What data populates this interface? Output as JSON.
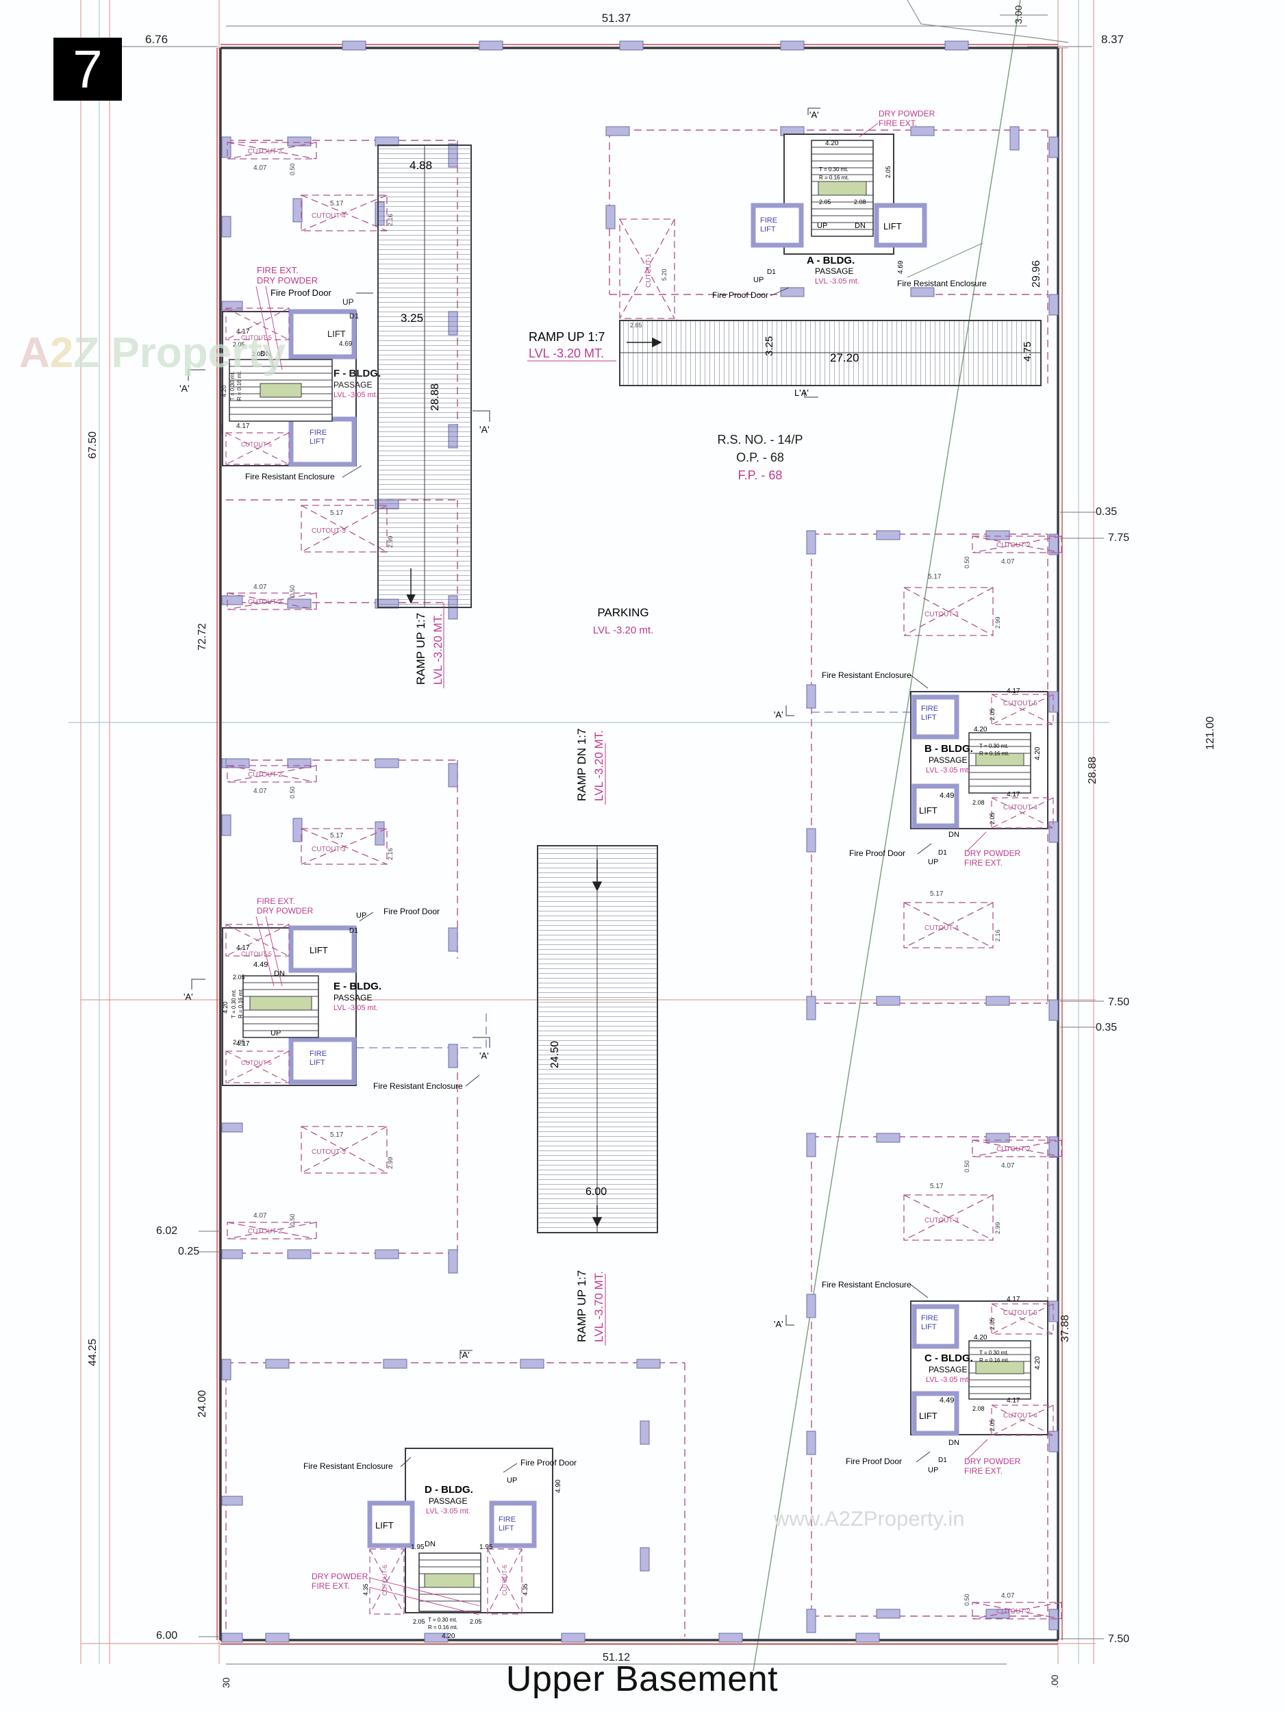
{
  "sheet": {
    "page_number": "7",
    "title": "Upper Basement",
    "watermark_left_a": "A",
    "watermark_left_2": "2",
    "watermark_left_z": "Z",
    "watermark_left_prop": "Property",
    "watermark_right": "www.A2ZProperty.in"
  },
  "plot_info": {
    "rs_no": "R.S. NO. - 14/P",
    "op": "O.P. - 68",
    "fp": "F.P. - 68"
  },
  "parking": {
    "label": "PARKING",
    "level": "LVL -3.20 mt."
  },
  "ramps": [
    {
      "name": "ramp-up-left",
      "label": "RAMP UP 1:7",
      "level": "LVL -3.20 MT."
    },
    {
      "name": "ramp-up-center-top",
      "label": "RAMP UP 1:7",
      "level": "LVL -3.20 MT."
    },
    {
      "name": "ramp-dn-center",
      "label": "RAMP DN 1:7",
      "level": "LVL -3.20 MT."
    },
    {
      "name": "ramp-up-center-bottom",
      "label": "RAMP UP 1:7",
      "level": "LVL -3.70 MT."
    }
  ],
  "buildings": [
    {
      "id": "A",
      "label": "A - BLDG.",
      "passage": "PASSAGE",
      "level": "LVL -3.05 mt."
    },
    {
      "id": "B",
      "label": "B - BLDG.",
      "passage": "PASSAGE",
      "level": "LVL -3.05 mt."
    },
    {
      "id": "C",
      "label": "C - BLDG.",
      "passage": "PASSAGE",
      "level": "LVL -3.05 mt."
    },
    {
      "id": "D",
      "label": "D - BLDG.",
      "passage": "PASSAGE",
      "level": "LVL -3.05 mt."
    },
    {
      "id": "E",
      "label": "E - BLDG.",
      "passage": "PASSAGE",
      "level": "LVL -3.05 mt."
    },
    {
      "id": "F",
      "label": "F - BLDG.",
      "passage": "PASSAGE",
      "level": "LVL -3.05 mt."
    }
  ],
  "stair_spec": {
    "tread": "T = 0.30 mt.",
    "riser": "R = 0.16 mt.",
    "width": "4.20",
    "run": "2.05",
    "flight": "2.05"
  },
  "annotations": {
    "fire_ext": "FIRE EXT.",
    "dry_powder": "DRY POWDER",
    "dry_powder_fire_ext_1": "DRY POWDER",
    "dry_powder_fire_ext_2": "FIRE EXT.",
    "fire_proof_door": "Fire Proof Door",
    "fire_resistant_enclosure": "Fire Resistant Enclosure",
    "lift": "LIFT",
    "fire_lift_1": "FIRE",
    "fire_lift_2": "LIFT",
    "up": "UP",
    "dn": "DN",
    "d1": "D1",
    "section_a": "'A'",
    "section_la": "L'A'"
  },
  "cutouts": [
    {
      "name": "CUTOUT-1",
      "w": "2.85",
      "h": "5.20"
    },
    {
      "name": "CUTOUT-2",
      "w": "4.07",
      "h": "0.50"
    },
    {
      "name": "CUTOUT-3",
      "w": "5.17",
      "h": "2.99"
    },
    {
      "name": "CUTOUT-4",
      "w": "5.17",
      "h": "2.16"
    },
    {
      "name": "CUTOUT-5",
      "w": "4.17",
      "h": "2.05"
    },
    {
      "name": "CUTOUT-6",
      "w": "1.95",
      "h": "4.35"
    }
  ],
  "dimensions": {
    "top_left": "6.76",
    "top_mid": "51.37",
    "top_right": "8.37",
    "top_far_right": "3.00",
    "left_67_50": "67.50",
    "left_72_72": "72.72",
    "left_44_25": "44.25",
    "left_24_00": "24.00",
    "left_6_02": "6.02",
    "left_0_25": "0.25",
    "left_6_00": "6.00",
    "bottom_30": "30",
    "bottom_51_12": "51.12",
    "bottom_00": ".00",
    "right_29_96": "29.96",
    "right_121_00": "121.00",
    "right_0_35_a": "0.35",
    "right_7_75": "7.75",
    "right_28_88": "28.88",
    "right_7_50_a": "7.50",
    "right_0_35_b": "0.35",
    "right_37_88": "37.88",
    "right_7_50_b": "7.50",
    "f_28_88": "28.88",
    "f_4_88": "4.88",
    "f_3_25": "3.25",
    "f_4_69": "4.69",
    "a_3_25": "3.25",
    "a_27_20": "27.20",
    "a_4_75": "4.75",
    "a_4_20": "4.20",
    "a_2_08": "2.08",
    "center_24_50": "24.50",
    "center_6_00": "6.00",
    "e_4_49": "4.49",
    "b_4_49": "4.49",
    "c_4_49": "4.49",
    "d_4_90": "4.90",
    "d_1_95": "1.95",
    "d_4_35": "4.35",
    "d_2_05": "2.05",
    "d_4_20": "4.20",
    "d_0_30": "T = 0.30 mt.",
    "d_0_16": "R = 0.16 mt.",
    "small_0_50": "0.50",
    "small_4_07": "4.07",
    "small_5_17": "5.17",
    "small_2_99": "2.99",
    "small_2_16": "2.16",
    "small_4_17": "4.17",
    "small_2_05": "2.05",
    "small_4_20": "4.20",
    "small_2_08": "2.08"
  },
  "colors": {
    "wall": "#3b3b45",
    "wall_outer": "#c0504d",
    "cutout": "#a4417a",
    "column": "#b8b8e0",
    "text": "#1b1b1b",
    "magenta": "#c0398e",
    "grid": "#d66a6a",
    "hatch": "#4a4a55",
    "dim": "#555555"
  }
}
